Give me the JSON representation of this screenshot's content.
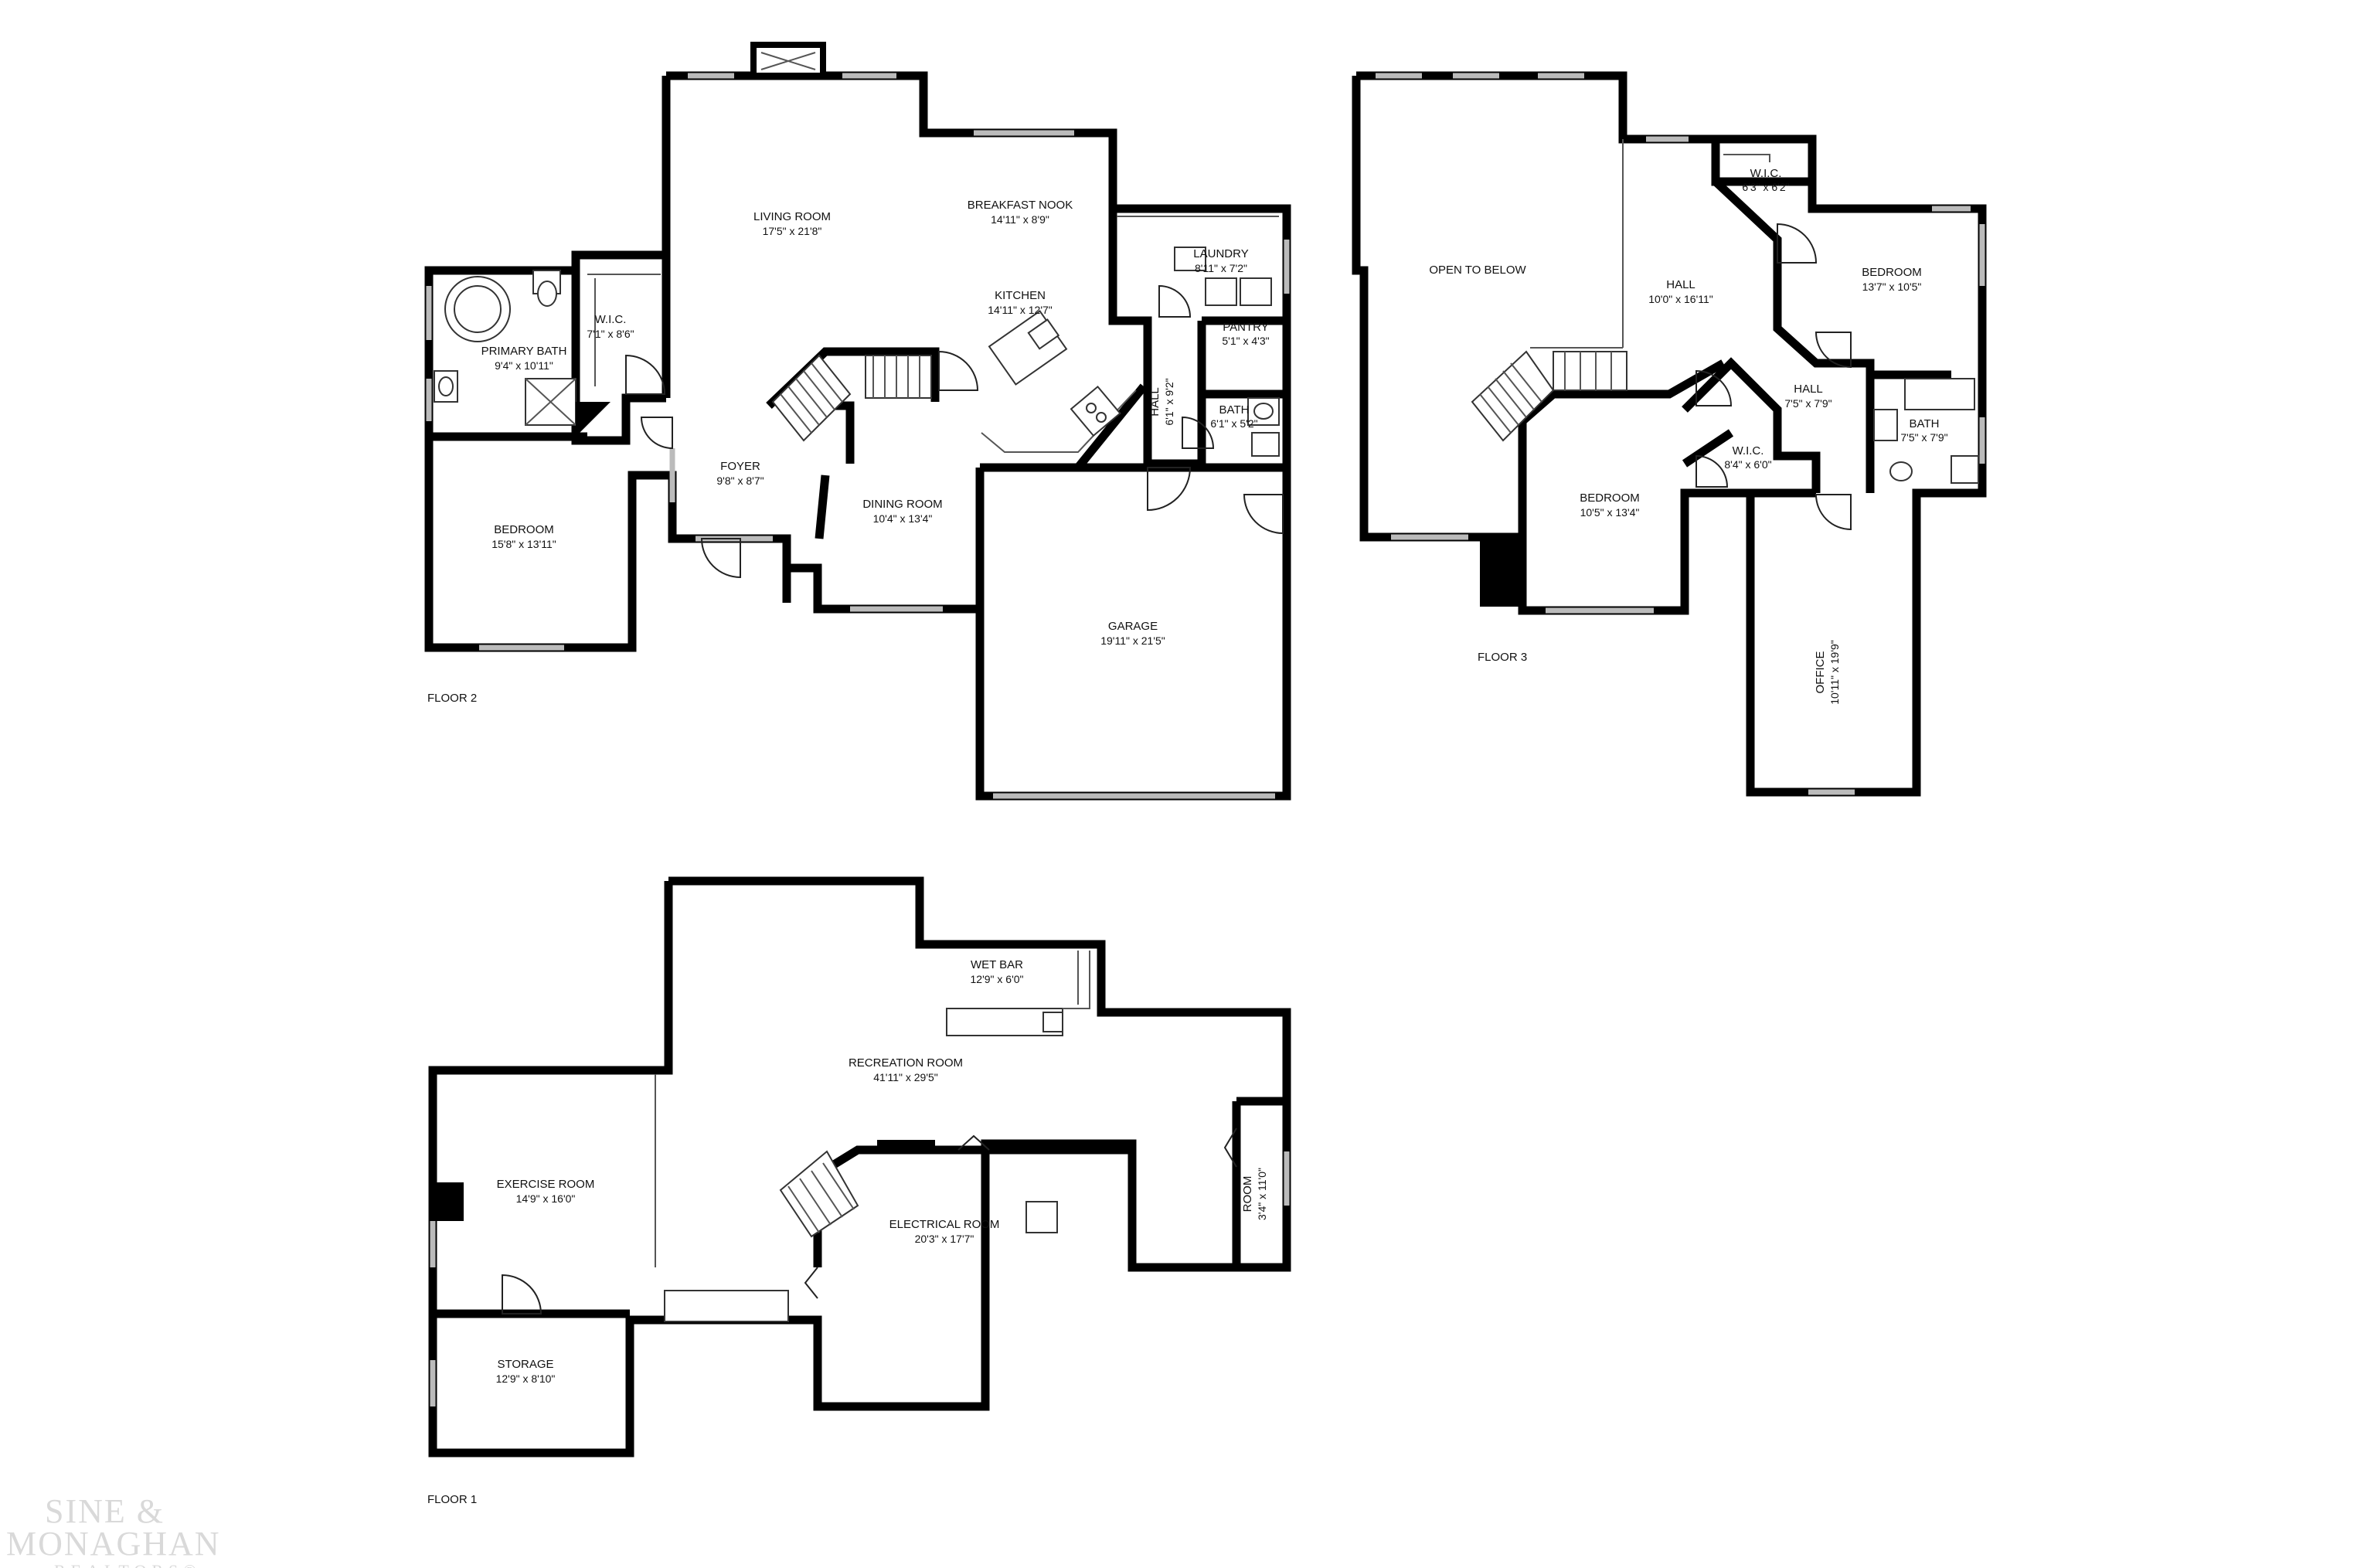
{
  "floors": [
    {
      "label": "FLOOR 2",
      "rooms": [
        {
          "name": "LIVING ROOM",
          "dims": "17'5\" x 21'8\""
        },
        {
          "name": "BREAKFAST NOOK",
          "dims": "14'11\" x 8'9\""
        },
        {
          "name": "KITCHEN",
          "dims": "14'11\" x 12'7\""
        },
        {
          "name": "LAUNDRY",
          "dims": "8'11\" x 7'2\""
        },
        {
          "name": "PANTRY",
          "dims": "5'1\" x 4'3\""
        },
        {
          "name": "HALL",
          "dims": "6'1\" x 9'2\""
        },
        {
          "name": "BATH",
          "dims": "6'1\" x 5'2\""
        },
        {
          "name": "PRIMARY BATH",
          "dims": "9'4\" x 10'11\""
        },
        {
          "name": "W.I.C.",
          "dims": "7'1\" x 8'6\""
        },
        {
          "name": "BEDROOM",
          "dims": "15'8\" x 13'11\""
        },
        {
          "name": "FOYER",
          "dims": "9'8\" x 8'7\""
        },
        {
          "name": "DINING ROOM",
          "dims": "10'4\" x 13'4\""
        },
        {
          "name": "GARAGE",
          "dims": "19'11\" x 21'5\""
        }
      ]
    },
    {
      "label": "FLOOR 3",
      "rooms": [
        {
          "name": "OPEN TO BELOW",
          "dims": ""
        },
        {
          "name": "HALL",
          "dims": "10'0\" x 16'11\""
        },
        {
          "name": "W.I.C.",
          "dims": "6'3\" x 6'2\""
        },
        {
          "name": "BEDROOM",
          "dims": "13'7\" x 10'5\""
        },
        {
          "name": "HALL",
          "dims": "7'5\" x 7'9\""
        },
        {
          "name": "BATH",
          "dims": "7'5\" x 7'9\""
        },
        {
          "name": "W.I.C.",
          "dims": "8'4\" x 6'0\""
        },
        {
          "name": "BEDROOM",
          "dims": "10'5\" x 13'4\""
        },
        {
          "name": "OFFICE",
          "dims": "10'11\" x 19'9\""
        }
      ]
    },
    {
      "label": "FLOOR 1",
      "rooms": [
        {
          "name": "WET BAR",
          "dims": "12'9\" x 6'0\""
        },
        {
          "name": "RECREATION ROOM",
          "dims": "41'11\" x 29'5\""
        },
        {
          "name": "EXERCISE ROOM",
          "dims": "14'9\" x 16'0\""
        },
        {
          "name": "ELECTRICAL ROOM",
          "dims": "20'3\" x 17'7\""
        },
        {
          "name": "ROOM",
          "dims": "3'4\" x 11'0\""
        },
        {
          "name": "STORAGE",
          "dims": "12'9\" x 8'10\""
        }
      ]
    }
  ],
  "logo": {
    "line1": "SINE &",
    "line2": "MONAGHAN",
    "line3": "REALTORS®"
  }
}
